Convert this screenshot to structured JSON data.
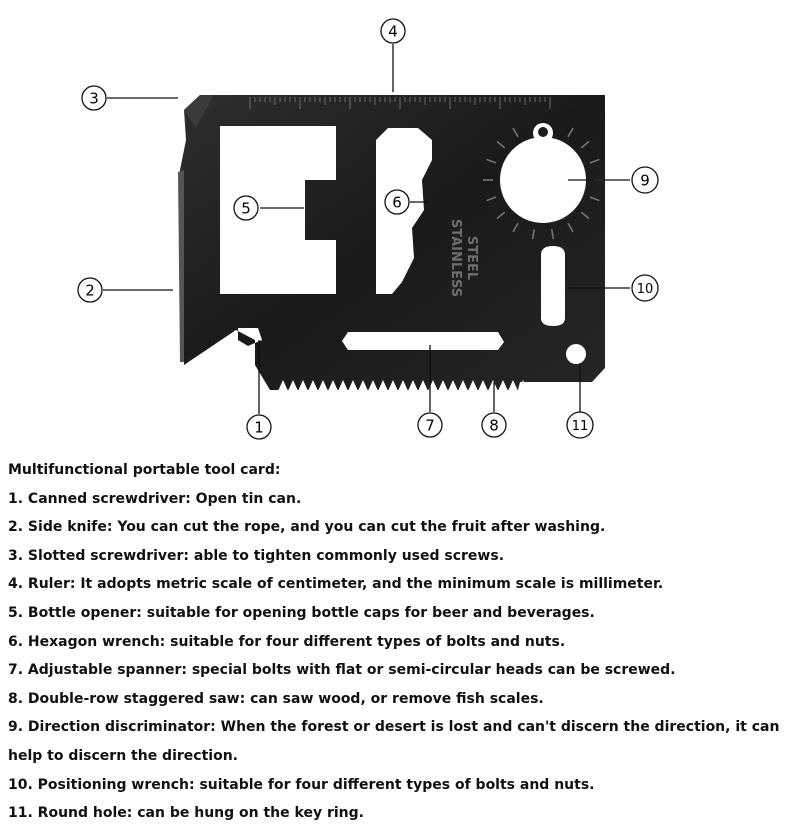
{
  "callouts": [
    "1",
    "2",
    "3",
    "4",
    "5",
    "6",
    "7",
    "8",
    "9",
    "10",
    "11"
  ],
  "card_text": {
    "line1": "STAINLESS",
    "line2": "STEEL"
  },
  "description": {
    "title": "Multifunctional portable tool card:",
    "items": [
      "1. Canned screwdriver: Open tin can.",
      "2. Side knife: You can cut the rope, and you can cut the fruit after washing.",
      "3. Slotted screwdriver: able to tighten commonly used screws.",
      "4. Ruler: It adopts metric scale of centimeter, and the minimum scale is millimeter.",
      "5. Bottle opener: suitable for opening bottle caps for beer and beverages.",
      "6. Hexagon wrench: suitable for four different types of bolts and nuts.",
      "7. Adjustable spanner: special bolts with flat or semi-circular heads can be screwed.",
      "8. Double-row staggered saw: can saw wood, or remove fish scales.",
      "9. Direction discriminator: When the forest or desert is lost and can't discern the direction, it can help to discern the direction.",
      "10. Positioning wrench: suitable for four different types of bolts and nuts.",
      "11. Round hole: can be hung on the key ring."
    ]
  },
  "colors": {
    "card": "#1c1c1c",
    "card_edge": "#3a3a3a",
    "text": "#111111"
  }
}
